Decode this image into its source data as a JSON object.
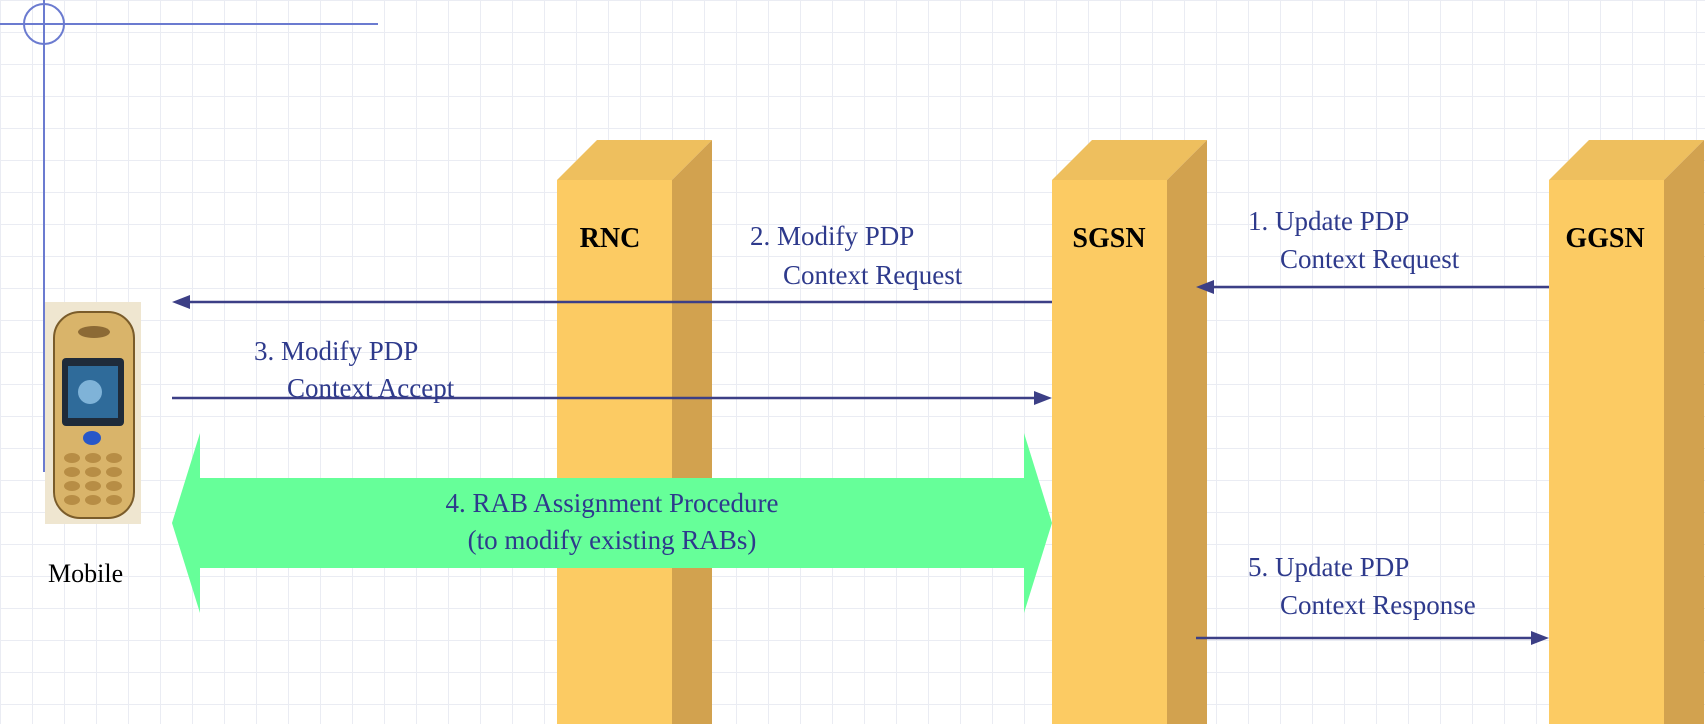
{
  "nodes": {
    "rnc": "RNC",
    "sgsn": "SGSN",
    "ggsn": "GGSN"
  },
  "mobile_label": "Mobile",
  "messages": {
    "m1": [
      "1. Update PDP",
      "Context Request"
    ],
    "m2": [
      "2. Modify PDP",
      "Context Request"
    ],
    "m3": [
      "3. Modify PDP",
      "Context Accept"
    ],
    "m4": [
      "4. RAB Assignment Procedure",
      "(to modify existing RABs)"
    ],
    "m5": [
      "5. Update PDP",
      "Context Response"
    ]
  },
  "colors": {
    "pillar_front": "#fccb63",
    "pillar_side": "#d2a24f",
    "pillar_top": "#eebf5e",
    "arrow": "#3c3f86",
    "text": "#2e3a8c",
    "rab_band": "#66ff99",
    "corner_line": "#6b7bd0"
  }
}
